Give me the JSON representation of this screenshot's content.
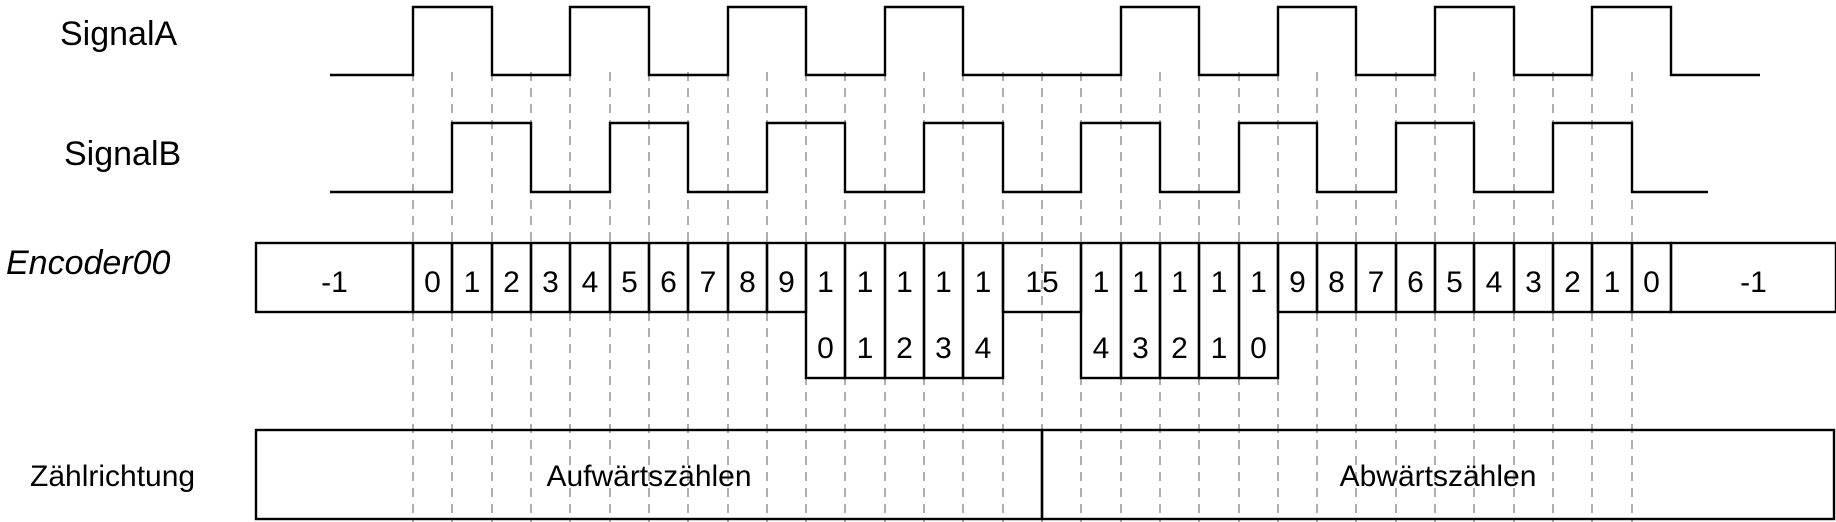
{
  "signals": {
    "signal_a": {
      "label": "SignalA",
      "levels": [
        0,
        1,
        0,
        1,
        0,
        1,
        0,
        1,
        0,
        1,
        0,
        1,
        0,
        1,
        0,
        1,
        0
      ]
    },
    "signal_b": {
      "label": "SignalB",
      "levels": [
        0,
        1,
        0,
        1,
        0,
        1,
        0,
        1,
        0,
        1,
        0,
        1,
        0,
        1,
        0,
        1,
        0
      ]
    }
  },
  "encoder": {
    "label": "Encoder00",
    "values": [
      "-1",
      "0",
      "1",
      "2",
      "3",
      "4",
      "5",
      "6",
      "7",
      "8",
      "9",
      "10",
      "11",
      "12",
      "13",
      "14",
      "15",
      "14",
      "13",
      "12",
      "11",
      "10",
      "9",
      "8",
      "7",
      "6",
      "5",
      "4",
      "3",
      "2",
      "1",
      "0",
      "-1"
    ]
  },
  "direction": {
    "label": "Zählrichtung",
    "segments": [
      "Aufwärtszählen",
      "Abwärtszählen"
    ]
  }
}
